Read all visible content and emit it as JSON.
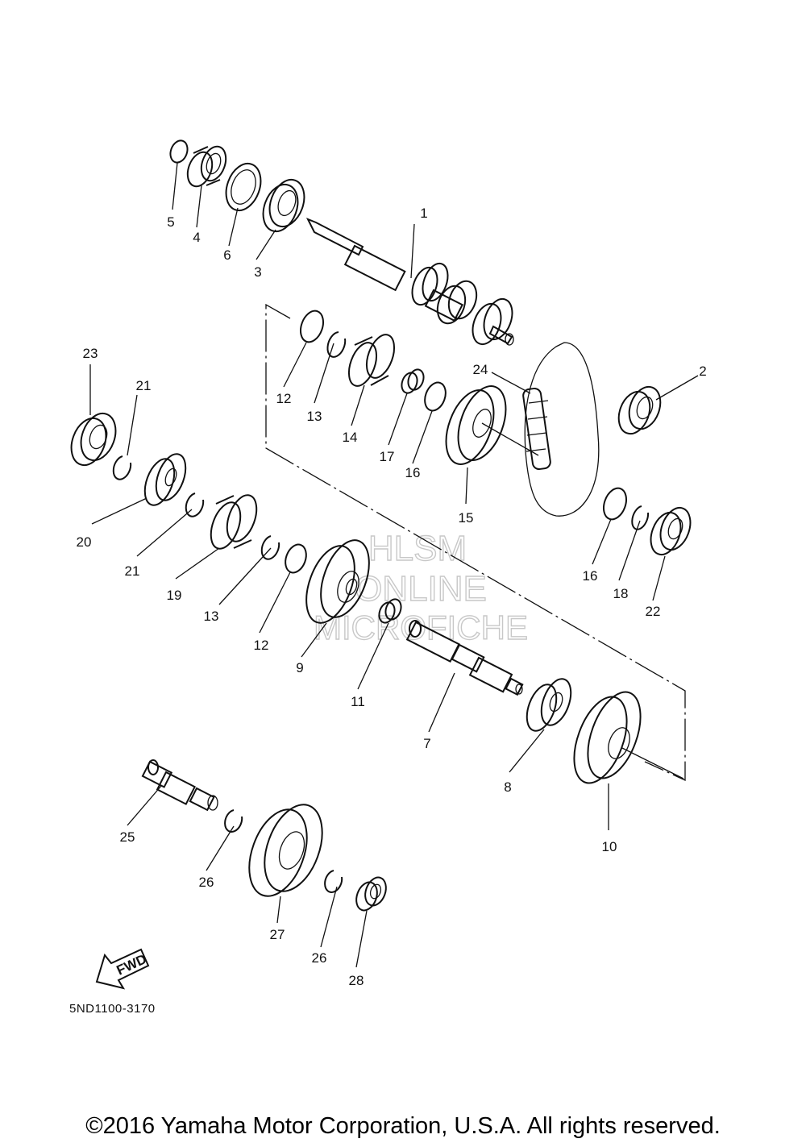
{
  "diagram": {
    "part_labels": [
      "1",
      "2",
      "3",
      "4",
      "5",
      "6",
      "7",
      "8",
      "9",
      "10",
      "11",
      "12",
      "12",
      "13",
      "13",
      "14",
      "15",
      "16",
      "16",
      "17",
      "18",
      "19",
      "20",
      "21",
      "21",
      "22",
      "23",
      "24",
      "25",
      "26",
      "26",
      "27",
      "28"
    ],
    "watermark": [
      "HLSM",
      "ONLINE",
      "MICROFICHE"
    ],
    "fwd_label": "FWD",
    "drawing_code": "5ND1100-3170",
    "copyright": "©2016 Yamaha Motor Corporation, U.S.A. All rights reserved."
  }
}
